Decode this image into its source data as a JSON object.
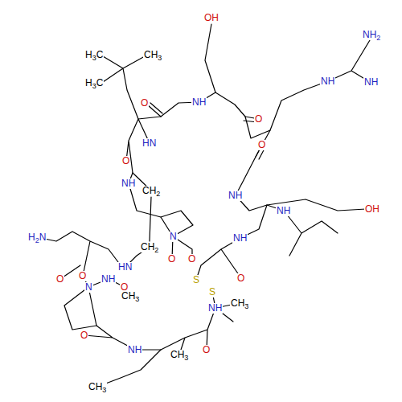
{
  "diagram": {
    "labels": [
      "OH",
      "NH2",
      "H3C",
      "CH3",
      "NH",
      "NH",
      "H3C",
      "O",
      "NH",
      "O",
      "HN",
      "NH",
      "O",
      "O",
      "NH",
      "CH2",
      "OH",
      "NH",
      "N",
      "O",
      "O",
      "NH",
      "H2N",
      "CH2",
      "HN",
      "S",
      "S",
      "O",
      "O",
      "NH",
      "N",
      "O",
      "O",
      "CH3",
      "NH",
      "CH3",
      "O",
      "NH",
      "O",
      "CH3",
      "CH3"
    ]
  }
}
